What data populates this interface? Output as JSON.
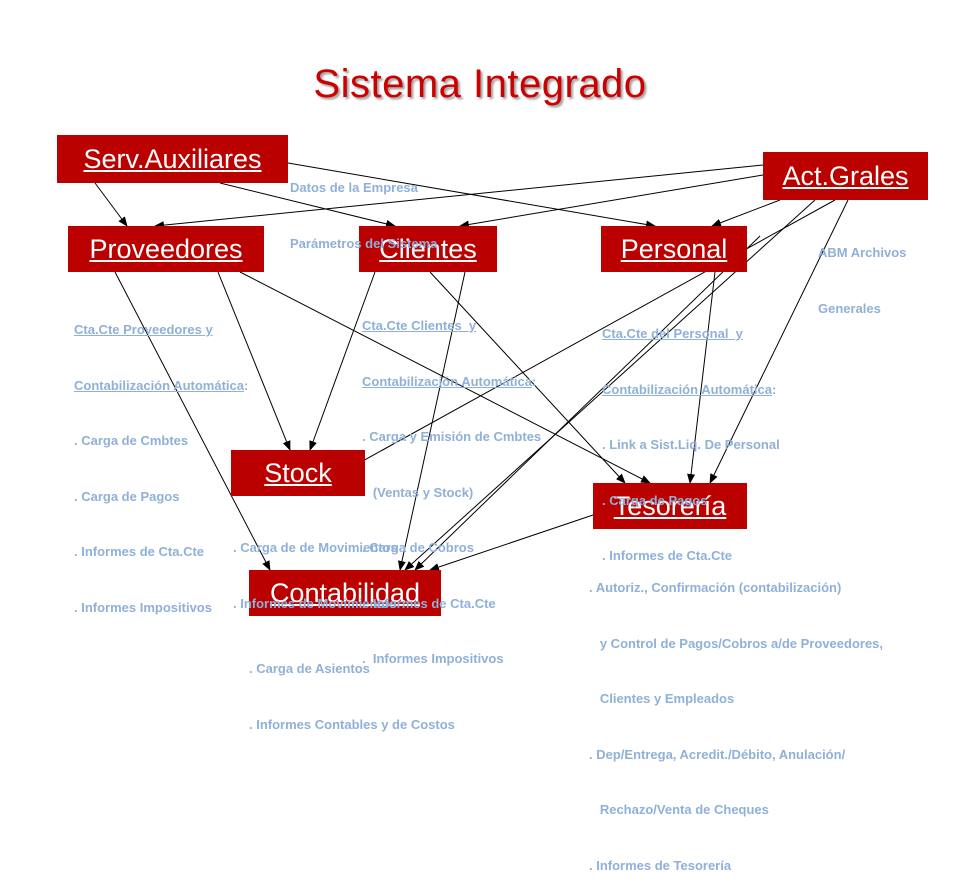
{
  "title": "Sistema Integrado",
  "colors": {
    "box_fill": "#bb0000",
    "box_text": "#ffffff",
    "title": "#cc0000",
    "notes": "#8fb0d8",
    "arrows": "#000000"
  },
  "nodes": {
    "serv_auxiliares": "Serv.Auxiliares",
    "act_grales": "Act.Grales",
    "proveedores": "Proveedores",
    "clientes": "Clientes",
    "personal": "Personal",
    "stock": "Stock",
    "tesoreria": "Tesorería",
    "contabilidad": "Contabilidad"
  },
  "notes": {
    "serv_auxiliares": [
      "Datos de la Empresa",
      "Parámetros del Sistema"
    ],
    "act_grales": [
      "ABM Archivos",
      "Generales"
    ],
    "proveedores": {
      "heading": [
        "Cta.Cte Proveedores y",
        "Contabilización Automática"
      ],
      "heading_suffix": ":",
      "items": [
        ". Carga de Cmbtes",
        ". Carga de Pagos",
        ". Informes de Cta.Cte",
        ". Informes Impositivos"
      ]
    },
    "clientes": {
      "heading": [
        "Cta.Cte Clientes  y",
        "Contabilización Automática"
      ],
      "heading_suffix": ":",
      "items": [
        ". Carga y Emisión de Cmbtes",
        "   (Ventas y Stock)",
        ". Carga de Cobros",
        ".  Informes de Cta.Cte",
        ".  Informes Impositivos"
      ]
    },
    "personal": {
      "heading": [
        "Cta.Cte del Personal  y",
        "Contabilización Automática"
      ],
      "heading_suffix": ":",
      "items": [
        ". Link a Sist.Liq. De Personal",
        ". Carga de Pagos",
        ". Informes de Cta.Cte"
      ]
    },
    "stock": [
      ". Carga de de Movimientos",
      ". Informes de Movimientos"
    ],
    "contabilidad": [
      ". Carga de Asientos",
      ". Informes Contables y de Costos"
    ],
    "tesoreria": [
      ". Autoriz., Confirmación (contabilización)",
      "   y Control de Pagos/Cobros a/de Proveedores,",
      "   Clientes y Empleados",
      ". Dep/Entrega, Acredit./Débito, Anulación/",
      "   Rechazo/Venta de Cheques",
      ". Informes de Tesorería"
    ]
  },
  "edges": [
    {
      "from": "serv_auxiliares",
      "to": "proveedores"
    },
    {
      "from": "serv_auxiliares",
      "to": "clientes"
    },
    {
      "from": "serv_auxiliares",
      "to": "personal"
    },
    {
      "from": "act_grales",
      "to": "proveedores"
    },
    {
      "from": "act_grales",
      "to": "clientes"
    },
    {
      "from": "act_grales",
      "to": "personal"
    },
    {
      "from": "act_grales",
      "to": "stock"
    },
    {
      "from": "act_grales",
      "to": "tesoreria"
    },
    {
      "from": "act_grales",
      "to": "contabilidad"
    },
    {
      "from": "proveedores",
      "to": "stock"
    },
    {
      "from": "proveedores",
      "to": "contabilidad"
    },
    {
      "from": "proveedores",
      "to": "tesoreria"
    },
    {
      "from": "clientes",
      "to": "stock"
    },
    {
      "from": "clientes",
      "to": "contabilidad"
    },
    {
      "from": "clientes",
      "to": "tesoreria"
    },
    {
      "from": "personal",
      "to": "tesoreria"
    },
    {
      "from": "personal",
      "to": "contabilidad"
    },
    {
      "from": "tesoreria",
      "to": "contabilidad"
    }
  ]
}
